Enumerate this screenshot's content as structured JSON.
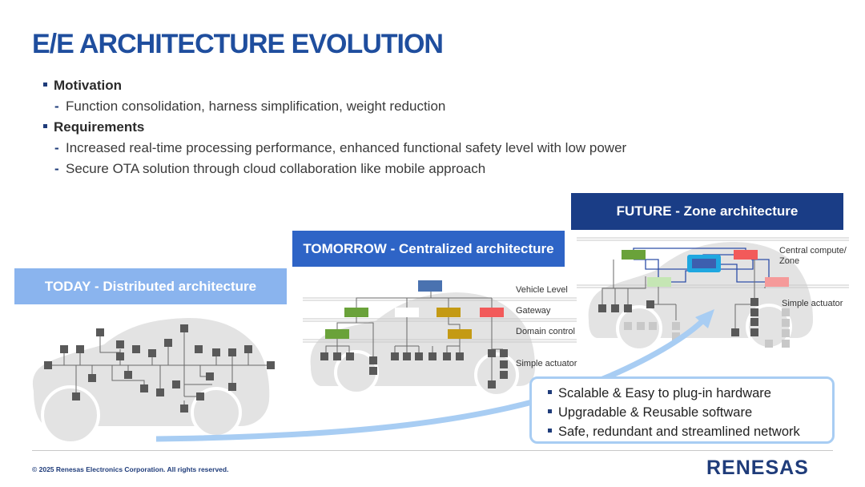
{
  "title": "E/E ARCHITECTURE EVOLUTION",
  "bullets": [
    {
      "kind": "heading",
      "text": "Motivation"
    },
    {
      "kind": "sub",
      "text": "Function consolidation, harness simplification, weight reduction"
    },
    {
      "kind": "heading",
      "text": "Requirements"
    },
    {
      "kind": "sub",
      "text": "Increased real-time processing performance, enhanced functional safety level with low power"
    },
    {
      "kind": "sub",
      "text": "Secure OTA solution through cloud collaboration like mobile approach"
    }
  ],
  "stages": {
    "today": "TODAY - Distributed architecture",
    "tomorrow": "TOMORROW - Centralized architecture",
    "future": "FUTURE - Zone architecture"
  },
  "levels": {
    "vehicle": "Vehicle Level",
    "gateway": "Gateway",
    "domain": "Domain control",
    "actuator_tomorrow": "Simple actuator",
    "central": "Central compute/",
    "zone": "Zone",
    "actuator_future": "Simple actuator"
  },
  "benefits": [
    "Scalable & Easy to plug-in hardware",
    "Upgradable & Reusable software",
    "Safe, redundant and streamlined network"
  ],
  "footer": {
    "copyright": "© 2025 Renesas Electronics Corporation. All rights reserved.",
    "logo": "RENESAS"
  },
  "colors": {
    "title": "#1f4e9e",
    "today_banner": "#8ab4ee",
    "tomorrow_banner": "#2e64c6",
    "future_banner": "#1a3d86",
    "car_body": "#e3e3e3",
    "node": "#595959",
    "vehicle_ecu": "#4a72b0",
    "gateway_green": "#6aa23a",
    "gateway_white": "#ffffff",
    "gateway_gold": "#c49a14",
    "gateway_red": "#f25a5a",
    "zone_light_green": "#c5e6b4",
    "zone_pink": "#f59a9a",
    "zone_blue": "#1fa7e0",
    "arrow": "#a8cdf3"
  }
}
